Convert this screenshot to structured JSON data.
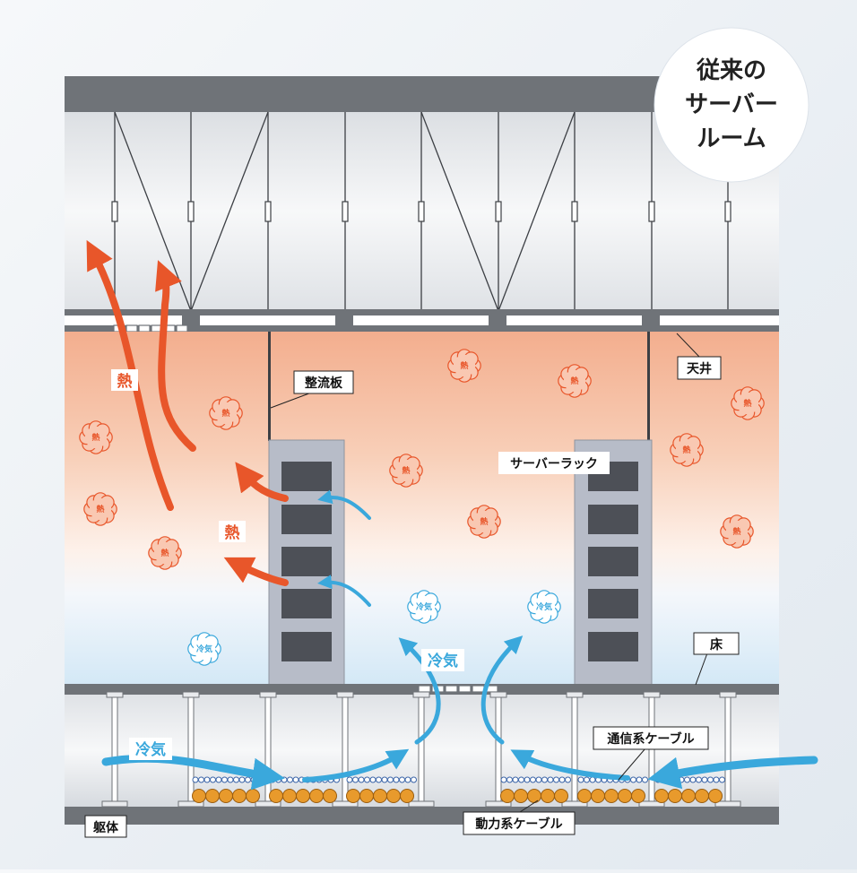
{
  "badge": {
    "line1": "従来の",
    "line2": "サーバー",
    "line3": "ルーム"
  },
  "labels": {
    "ceiling": "天井",
    "baffle": "整流板",
    "server_rack": "サーバーラック",
    "floor": "床",
    "comm_cable": "通信系ケーブル",
    "skeleton": "躯体",
    "power_cable": "動力系ケーブル"
  },
  "heat_text": "熱",
  "cold_text": "冷気",
  "colors": {
    "structure": "#6f7378",
    "rack": "#b7bcc8",
    "rack_slot": "#4d5057",
    "heat": "#e8562a",
    "cold": "#3aa8dc",
    "cable_power": "#e89a2c",
    "badge_bg": "#ffffff"
  }
}
